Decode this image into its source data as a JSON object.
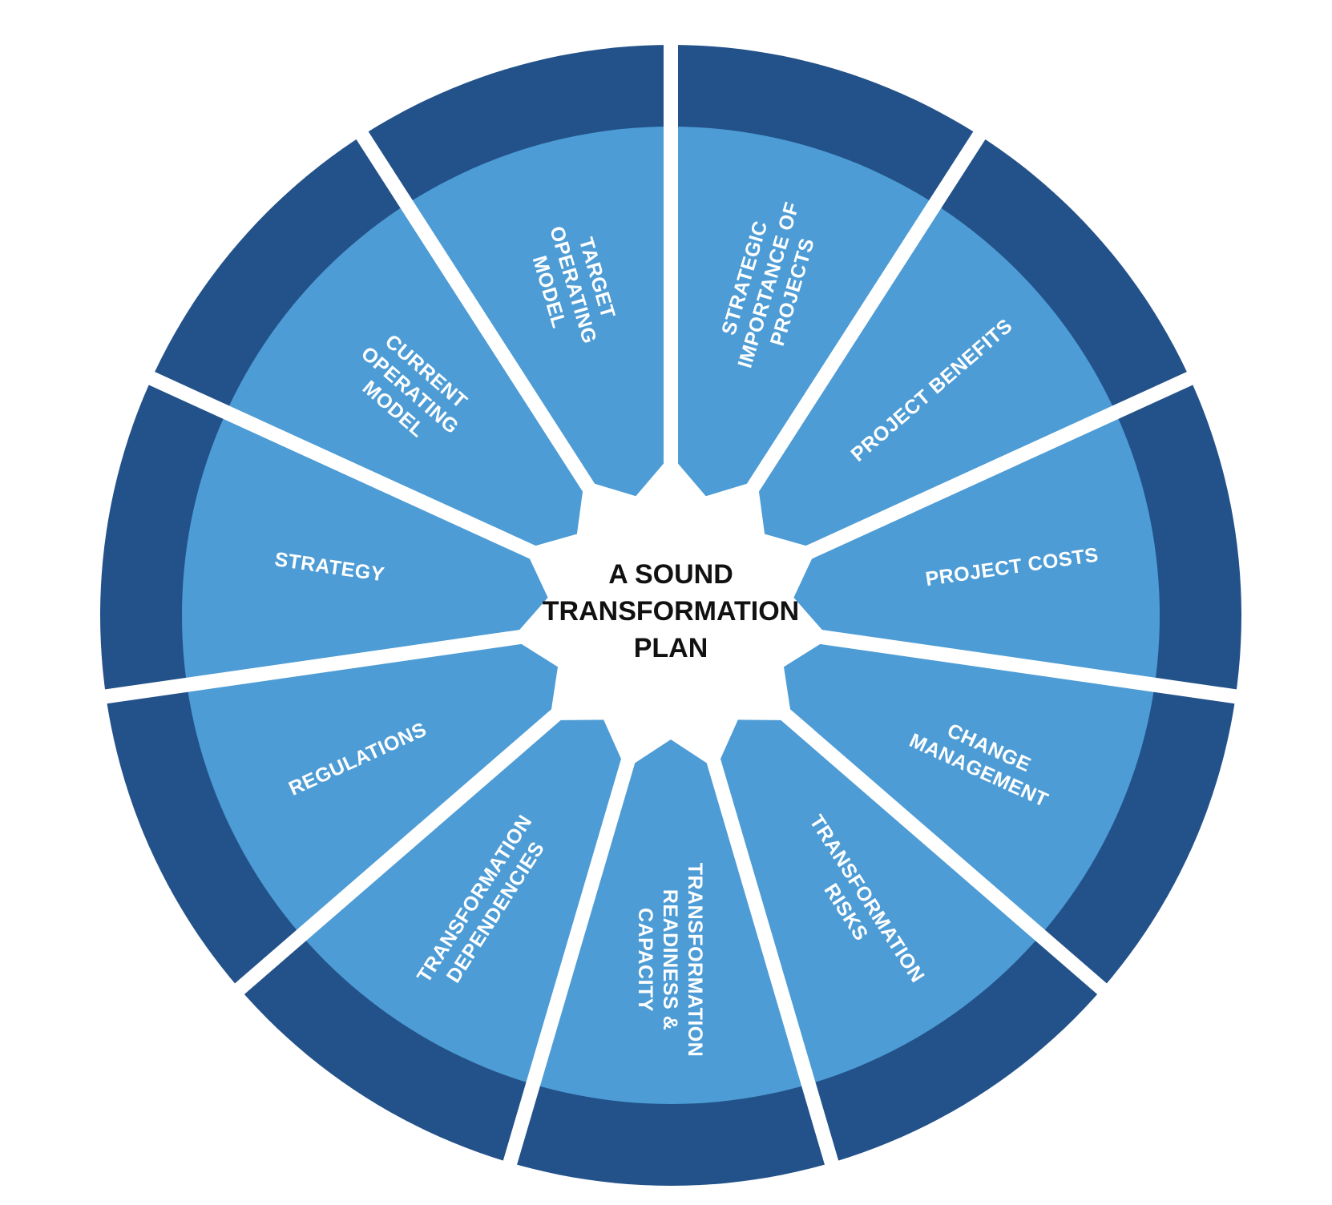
{
  "center": {
    "lines": [
      "A SOUND",
      "TRANSFORMATION",
      "PLAN"
    ]
  },
  "colors": {
    "outer_ring": "#23528a",
    "inner_segment": "#4d9cd5",
    "separator": "#ffffff",
    "label_text": "#ffffff",
    "center_text": "#111111"
  },
  "segments": [
    {
      "lines": [
        "STRATEGIC",
        "IMPORTANCE OF",
        "PROJECTS"
      ]
    },
    {
      "lines": [
        "PROJECT BENEFITS"
      ]
    },
    {
      "lines": [
        "PROJECT COSTS"
      ]
    },
    {
      "lines": [
        "CHANGE",
        "MANAGEMENT"
      ]
    },
    {
      "lines": [
        "TRANSFORMATION",
        "RISKS"
      ]
    },
    {
      "lines": [
        "TRANSFORMATION",
        "READINESS &",
        "CAPACITY"
      ]
    },
    {
      "lines": [
        "TRANSFORMATION",
        "DEPENDENCIES"
      ]
    },
    {
      "lines": [
        "REGULATIONS"
      ]
    },
    {
      "lines": [
        "STRATEGY"
      ]
    },
    {
      "lines": [
        "CURRENT",
        "OPERATING",
        "MODEL"
      ]
    },
    {
      "lines": [
        "TARGET",
        "OPERATING",
        "MODEL"
      ]
    }
  ]
}
